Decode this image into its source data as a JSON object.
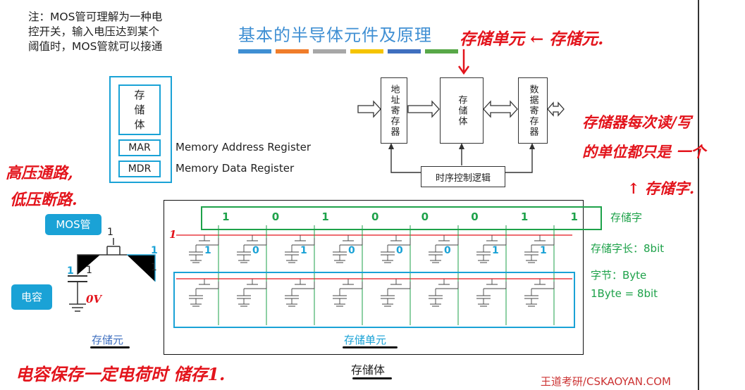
{
  "note": {
    "line1": "注：MOS管可理解为一种电",
    "line2": "控开关，输入电压达到某个",
    "line3": "阈值时，MOS管就可以接通"
  },
  "title": "基本的半导体元件及原理",
  "stripe_colors": [
    "#3f8fd3",
    "#f07d2a",
    "#a7a7a7",
    "#f5c400",
    "#3f6fbf",
    "#58a848"
  ],
  "memory_body": {
    "label_chars": [
      "存",
      "储",
      "体"
    ],
    "mar": "MAR",
    "mdr": "MDR",
    "mar_desc": "Memory Address Register",
    "mdr_desc": "Memory Data Register"
  },
  "block_diagram": {
    "addr_reg": "地址寄存器",
    "storage": "存储体",
    "data_reg": "数据寄存器",
    "timing": "时序控制逻辑"
  },
  "annotations": {
    "unit_arrow": "存储单元 ← 存储元.",
    "read_write_1": "存储器每次读/写",
    "read_write_2": "的单位都只是 一个",
    "read_write_3": "↑ 存储字.",
    "mos_1": "高压通路,",
    "mos_2": "低压断路.",
    "bottom": "电容保存一定电荷时 储存1."
  },
  "circuit": {
    "mos_label": "MOS管",
    "cap_label": "电容",
    "gate_val": "1",
    "drain_val": "1",
    "source_val": "1",
    "cap_top_left": "1",
    "cap_top_right": "1",
    "zero_v": "0V",
    "storage_cell": "存储元"
  },
  "array": {
    "word_bits": [
      "1",
      "0",
      "1",
      "0",
      "0",
      "0",
      "1",
      "1"
    ],
    "cell_bits": [
      "1",
      "0",
      "1",
      "0",
      "0",
      "0",
      "1",
      "1"
    ],
    "row_line_val": "1",
    "storage_word": "存储字",
    "word_length": "存储字长：8bit",
    "byte_label": "字节：Byte",
    "byte_def": "1Byte = 8bit",
    "storage_unit": "存储单元",
    "storage_body": "存储体"
  },
  "footer": "王道考研/CSKAOYAN.COM"
}
